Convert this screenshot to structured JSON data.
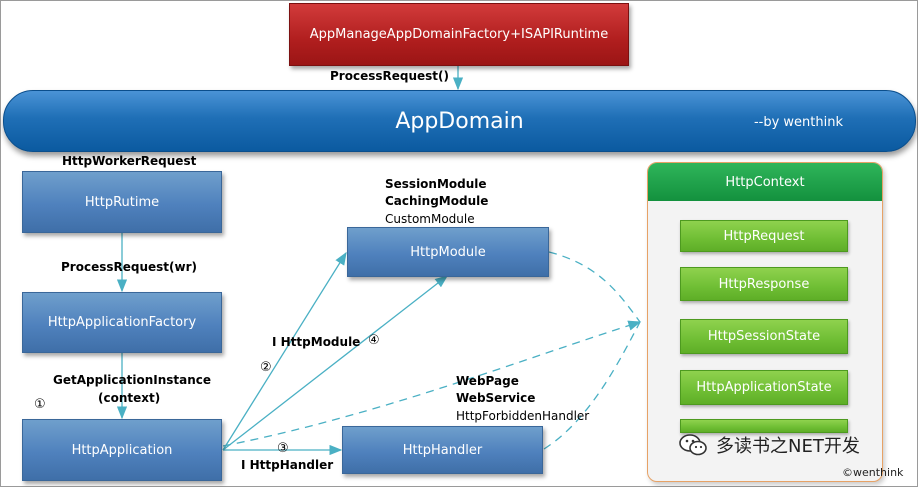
{
  "top_box": "AppManageAppDomainFactory+ISAPIRuntime",
  "process_request": "ProcessRequest()",
  "app_domain": {
    "title": "AppDomain",
    "byline": "--by wenthink"
  },
  "http_worker_request": "HttpWorkerRequest",
  "http_runtime": "HttpRutime",
  "process_request_wr": "ProcessRequest(wr)",
  "http_application_factory": "HttpApplicationFactory",
  "get_app_instance": [
    "GetApplicationInstance",
    "(context)"
  ],
  "circle_labels": [
    "①",
    "②",
    "③",
    "④"
  ],
  "http_application": "HttpApplication",
  "i_http_module": "I HttpModule",
  "i_http_handler": "I HttpHandler",
  "module_list": [
    "SessionModule",
    "CachingModule",
    "CustomModule"
  ],
  "http_module": "HttpModule",
  "handler_list": [
    "WebPage",
    "WebService",
    "HttpForbiddenHandler"
  ],
  "http_handler": "HttpHandler",
  "http_context": {
    "title": "HttpContext",
    "items": [
      "HttpRequest",
      "HttpResponse",
      "HttpSessionState",
      "HttpApplicationState",
      ""
    ]
  },
  "watermark": {
    "text": "多读书之NET开发",
    "mark": "©wenthink"
  },
  "colors": {
    "red": "#b01e1e",
    "blue": "#4f81bd",
    "domain": "#1f6fb6",
    "green": "#6fbe34",
    "context_header": "#13913e",
    "arrow": "#4ab0c4"
  }
}
